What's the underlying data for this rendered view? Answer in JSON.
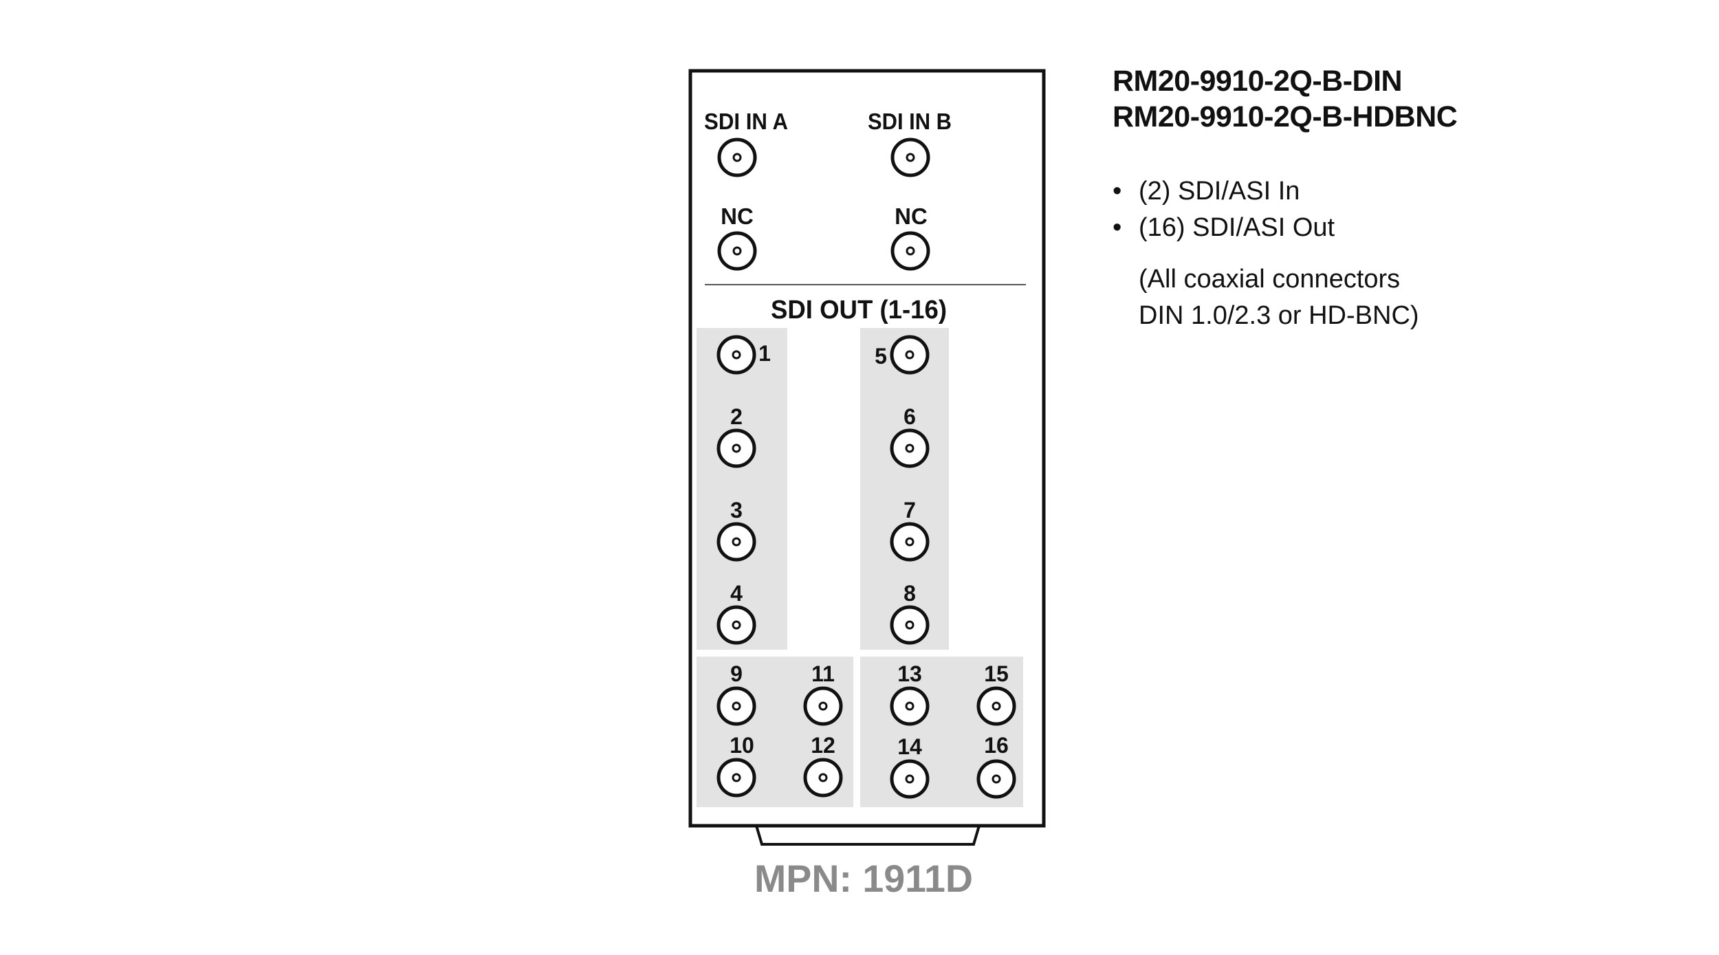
{
  "panel": {
    "inputs": [
      {
        "label": "SDI IN A"
      },
      {
        "label": "SDI IN B"
      },
      {
        "label": "NC"
      },
      {
        "label": "NC"
      }
    ],
    "output_header": "SDI OUT (1-16)",
    "outputs": [
      "1",
      "2",
      "3",
      "4",
      "5",
      "6",
      "7",
      "8",
      "9",
      "10",
      "11",
      "12",
      "13",
      "14",
      "15",
      "16"
    ],
    "mpn": "MPN: 1911D",
    "colors": {
      "outline": "#111111",
      "group_fill": "#e3e3e3",
      "mpn_text": "#8a8a8a"
    }
  },
  "info": {
    "models": [
      "RM20-9910-2Q-B-DIN",
      "RM20-9910-2Q-B-HDBNC"
    ],
    "bullets": [
      "(2) SDI/ASI In",
      "(16) SDI/ASI Out"
    ],
    "note_lines": [
      "(All coaxial connectors",
      "DIN 1.0/2.3 or HD-BNC)"
    ]
  }
}
